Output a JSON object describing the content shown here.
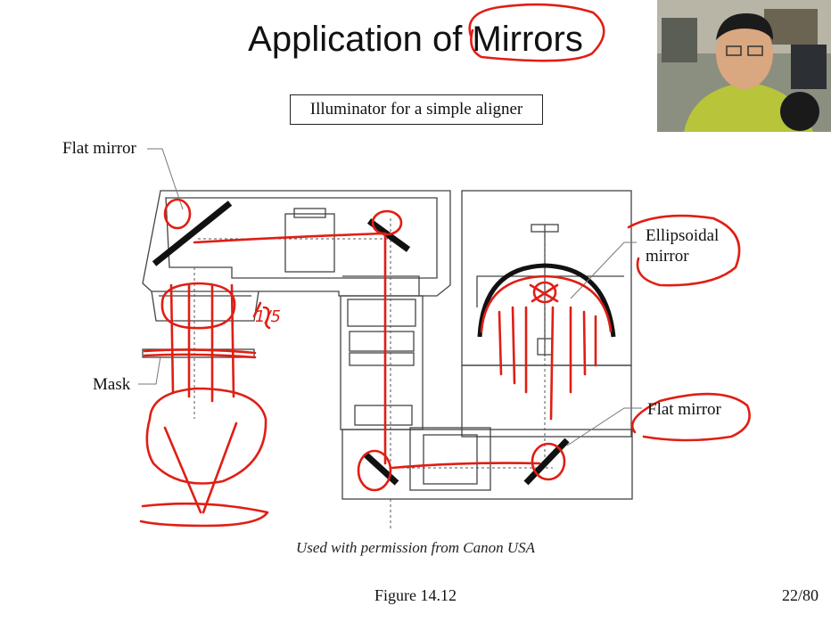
{
  "slide": {
    "title": "Application of Mirrors",
    "subtitle": "Illuminator for a simple aligner",
    "labels": {
      "flat_mirror_top": "Flat mirror",
      "ellipsoidal_mirror_line1": "Ellipsoidal",
      "ellipsoidal_mirror_line2": "mirror",
      "mask": "Mask",
      "flat_mirror_bottom": "Flat mirror"
    },
    "handwritten_note": "1/5",
    "caption": "Used with permission from Canon USA",
    "figure": "Figure 14.12",
    "page": "22/80"
  },
  "colors": {
    "annotation": "#e01e14",
    "line_art": "#333333",
    "background": "#ffffff"
  }
}
